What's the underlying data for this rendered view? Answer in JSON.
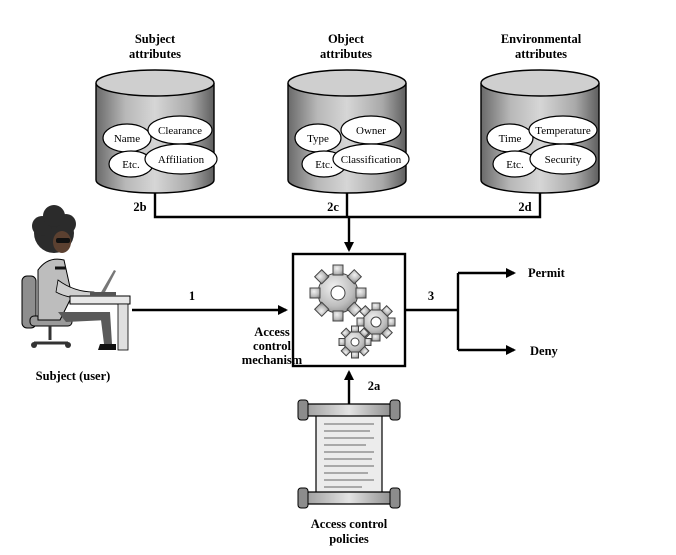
{
  "databases": {
    "subject": {
      "title_line1": "Subject",
      "title_line2": "attributes",
      "attrs": [
        "Name",
        "Clearance",
        "Etc.",
        "Affiliation"
      ],
      "link_label": "2b"
    },
    "object": {
      "title_line1": "Object",
      "title_line2": "attributes",
      "attrs": [
        "Type",
        "Owner",
        "Etc.",
        "Classification"
      ],
      "link_label": "2c"
    },
    "environment": {
      "title_line1": "Environmental",
      "title_line2": "attributes",
      "attrs": [
        "Time",
        "Temperature",
        "Etc.",
        "Security"
      ],
      "link_label": "2d"
    }
  },
  "subject_user": {
    "label": "Subject (user)"
  },
  "mechanism": {
    "line1": "Access",
    "line2": "control",
    "line3": "mechanism"
  },
  "flows": {
    "request": "1",
    "policy": "2a",
    "decision": "3"
  },
  "outcomes": {
    "permit": "Permit",
    "deny": "Deny"
  },
  "policies": {
    "line1": "Access control",
    "line2": "policies"
  },
  "icons": [
    "database-icon",
    "user-at-laptop-icon",
    "gears-icon",
    "policy-scroll-icon",
    "arrow-icon"
  ]
}
